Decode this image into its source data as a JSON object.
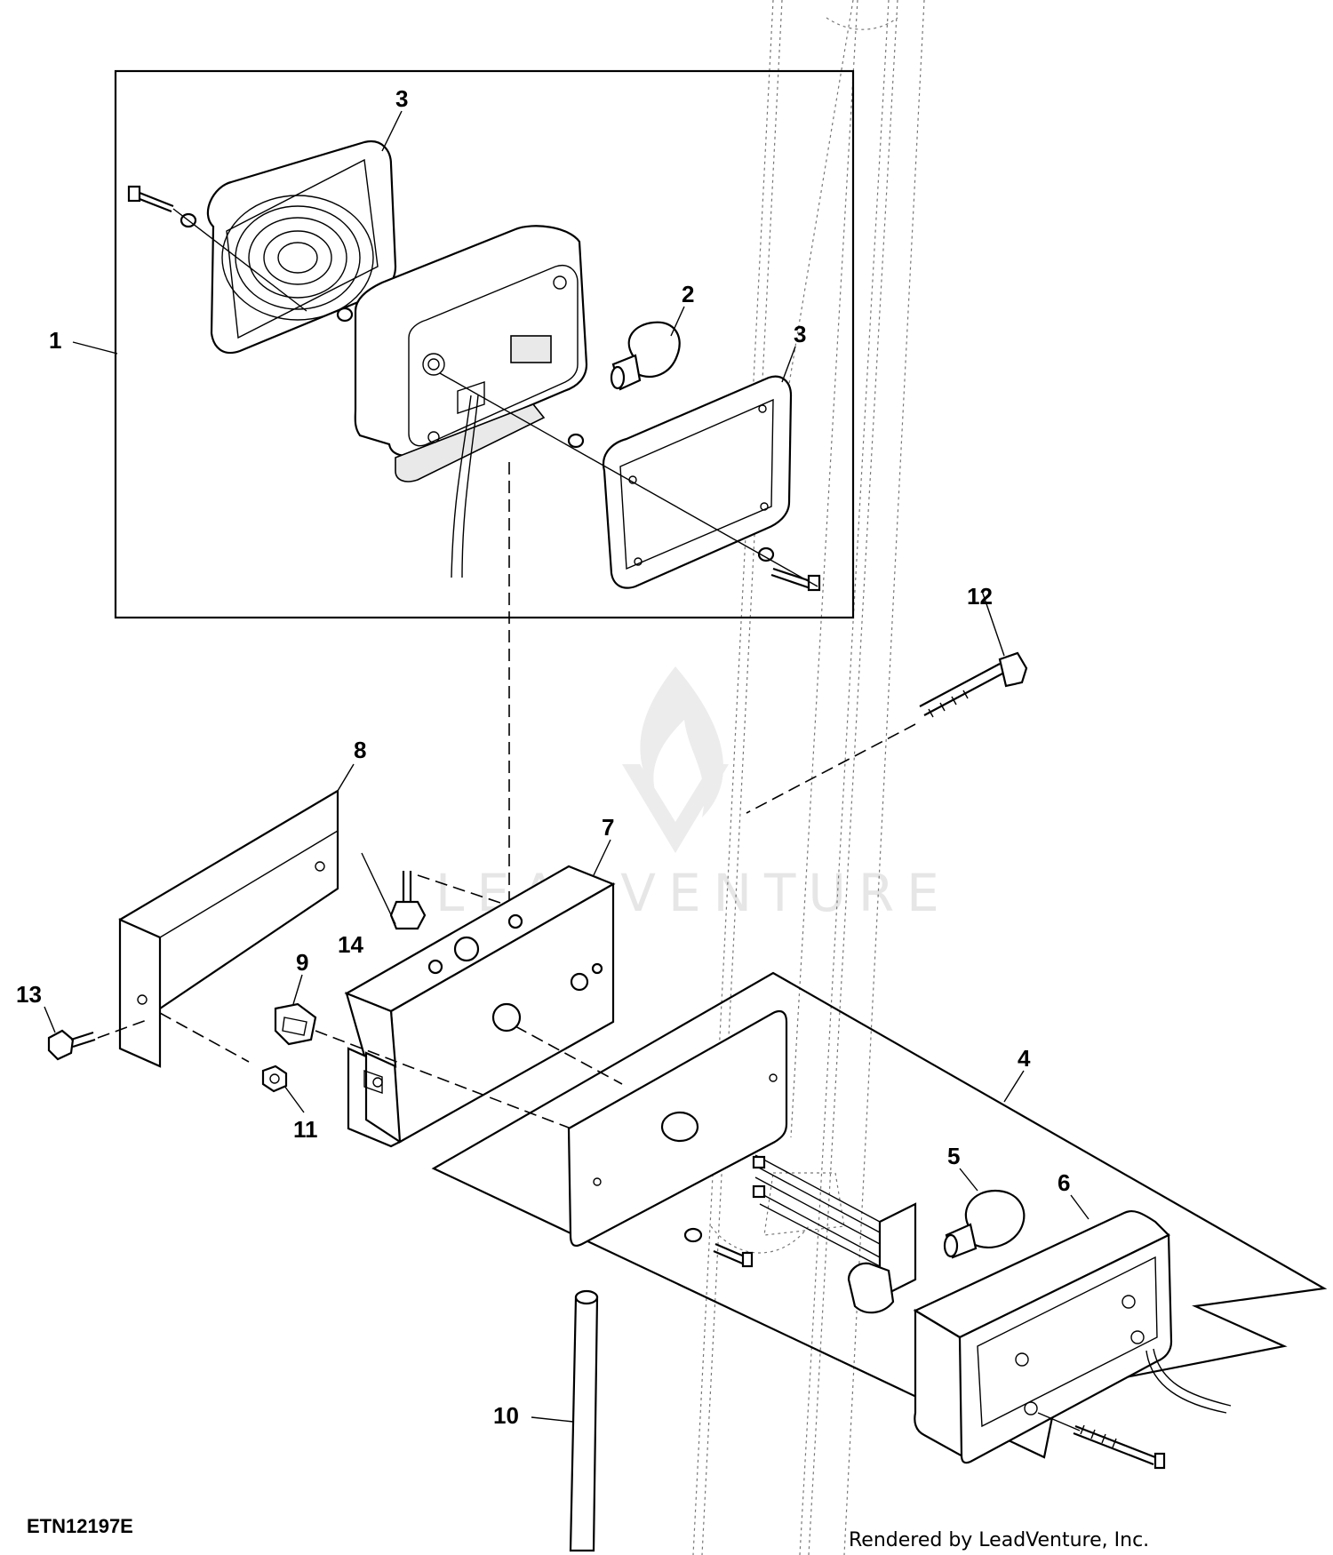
{
  "callouts": {
    "c1": "1",
    "c2": "2",
    "c3a": "3",
    "c3b": "3",
    "c4": "4",
    "c5": "5",
    "c6": "6",
    "c7": "7",
    "c8": "8",
    "c9": "9",
    "c10": "10",
    "c11": "11",
    "c12": "12",
    "c13": "13",
    "c14": "14"
  },
  "drawing_code": "ETN12197E",
  "credit": "Rendered by LeadVenture, Inc.",
  "watermark": "LEADVENTURE"
}
